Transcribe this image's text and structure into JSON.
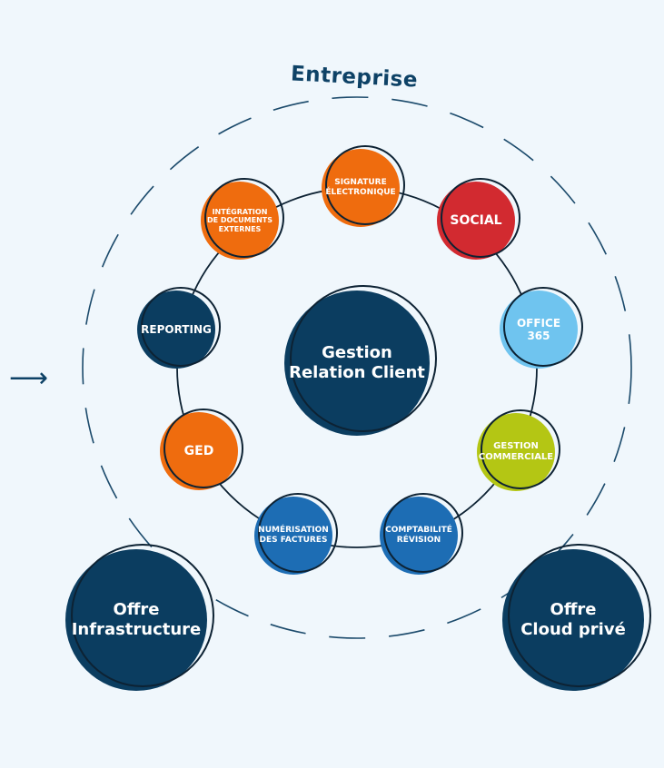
{
  "title": "Entreprise",
  "center": "Gestion\nRelation Client",
  "satellites": [
    {
      "id": "signature",
      "label": "SIGNATURE\nÉLECTRONIQUE",
      "color": "#ef6c0e"
    },
    {
      "id": "social",
      "label": "SOCIAL",
      "color": "#d22a30"
    },
    {
      "id": "office365",
      "label": "OFFICE\n365",
      "color": "#6fc4ef"
    },
    {
      "id": "gestion-commerciale",
      "label": "GESTION\nCOMMERCIALE",
      "color": "#b4c614"
    },
    {
      "id": "comptabilite",
      "label": "COMPTABILITÉ\nRÉVISION",
      "color": "#1d6db4"
    },
    {
      "id": "numerisation",
      "label": "NUMÉRISATION\nDES FACTURES",
      "color": "#1d6db4"
    },
    {
      "id": "ged",
      "label": "GED",
      "color": "#ef6c0e"
    },
    {
      "id": "reporting",
      "label": "REPORTING",
      "color": "#0b3d60"
    },
    {
      "id": "integration",
      "label": "INTÉGRATION\nDE DOCUMENTS\nEXTERNES",
      "color": "#ef6c0e"
    }
  ],
  "offers": [
    {
      "id": "infrastructure",
      "label": "Offre\nInfrastructure"
    },
    {
      "id": "cloud",
      "label": "Offre\nCloud privé"
    }
  ],
  "colors": {
    "navy": "#0b3d60",
    "background": "#f0f7fc",
    "dash": "#1b4a6b"
  },
  "icons": {
    "arrow": "arrow-right-icon"
  }
}
